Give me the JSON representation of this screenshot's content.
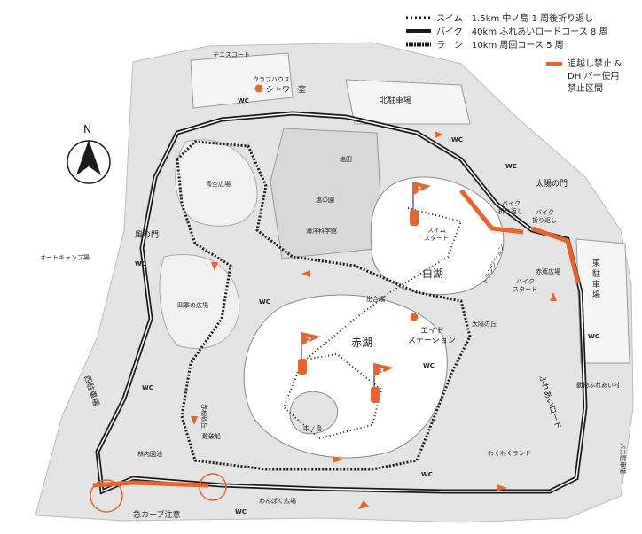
{
  "legend": {
    "swim": "スイム　1.5km 中ノ島 1 周後折り返し",
    "bike": "バイク　40km ふれあいロードコース 8 周",
    "run": "ラ　ン　10km 周回コース 5 周",
    "no_pass_line1": "追越し禁止 &",
    "no_pass_line2": "DH バー使用",
    "no_pass_line3": "禁止区間"
  },
  "compass": {
    "north": "N"
  },
  "places": {
    "tennis": "テニスコート",
    "clubhouse": "クラブハウス",
    "shower": "シャワー室",
    "north_parking": "北駐車場",
    "aozora": "青空広場",
    "shiota": "塩田",
    "shio_garden": "塩の園",
    "marine_museum": "海洋科学館",
    "kaze_gate": "風の門",
    "taiyo_gate": "太陽の門",
    "auto_camp": "オートキャンプ場",
    "shiki": "四季の広場",
    "east_parking": "東駐車場",
    "white_lake": "白湖",
    "red_lake": "赤湖",
    "swim_start": "スイム\nスタート",
    "bike_turn": "バイク\n折り返し",
    "bike_turn2": "バイク\n折り返し",
    "bike_start": "バイク\nスタート",
    "transition": "トランジション",
    "aid_station": "エイド\nステーション",
    "akatsuta": "赤蔦広場",
    "taiyo_hill": "太陽の丘",
    "shuttle": "出合橋",
    "akatsuta_hill": "赤穂砂丘",
    "nakanoshima": "中ノ島",
    "hanga": "難破船",
    "linnai": "林内園池",
    "west_parking": "西駐車場",
    "wanpaku": "わんぱく広場",
    "fureai_road": "ふれあいロード",
    "doubutsu": "動物ふれあい村",
    "wakuwaku": "わくわくランド",
    "curve_warning": "急カーブ注意",
    "bus_parking": "バス駐車場",
    "wc": "WC"
  },
  "buoys": [
    "1",
    "2",
    "3"
  ],
  "colors": {
    "course": "#1a1a1a",
    "orange": "#e8642a",
    "park": "#e6e6e6",
    "lake": "#ffffff"
  }
}
